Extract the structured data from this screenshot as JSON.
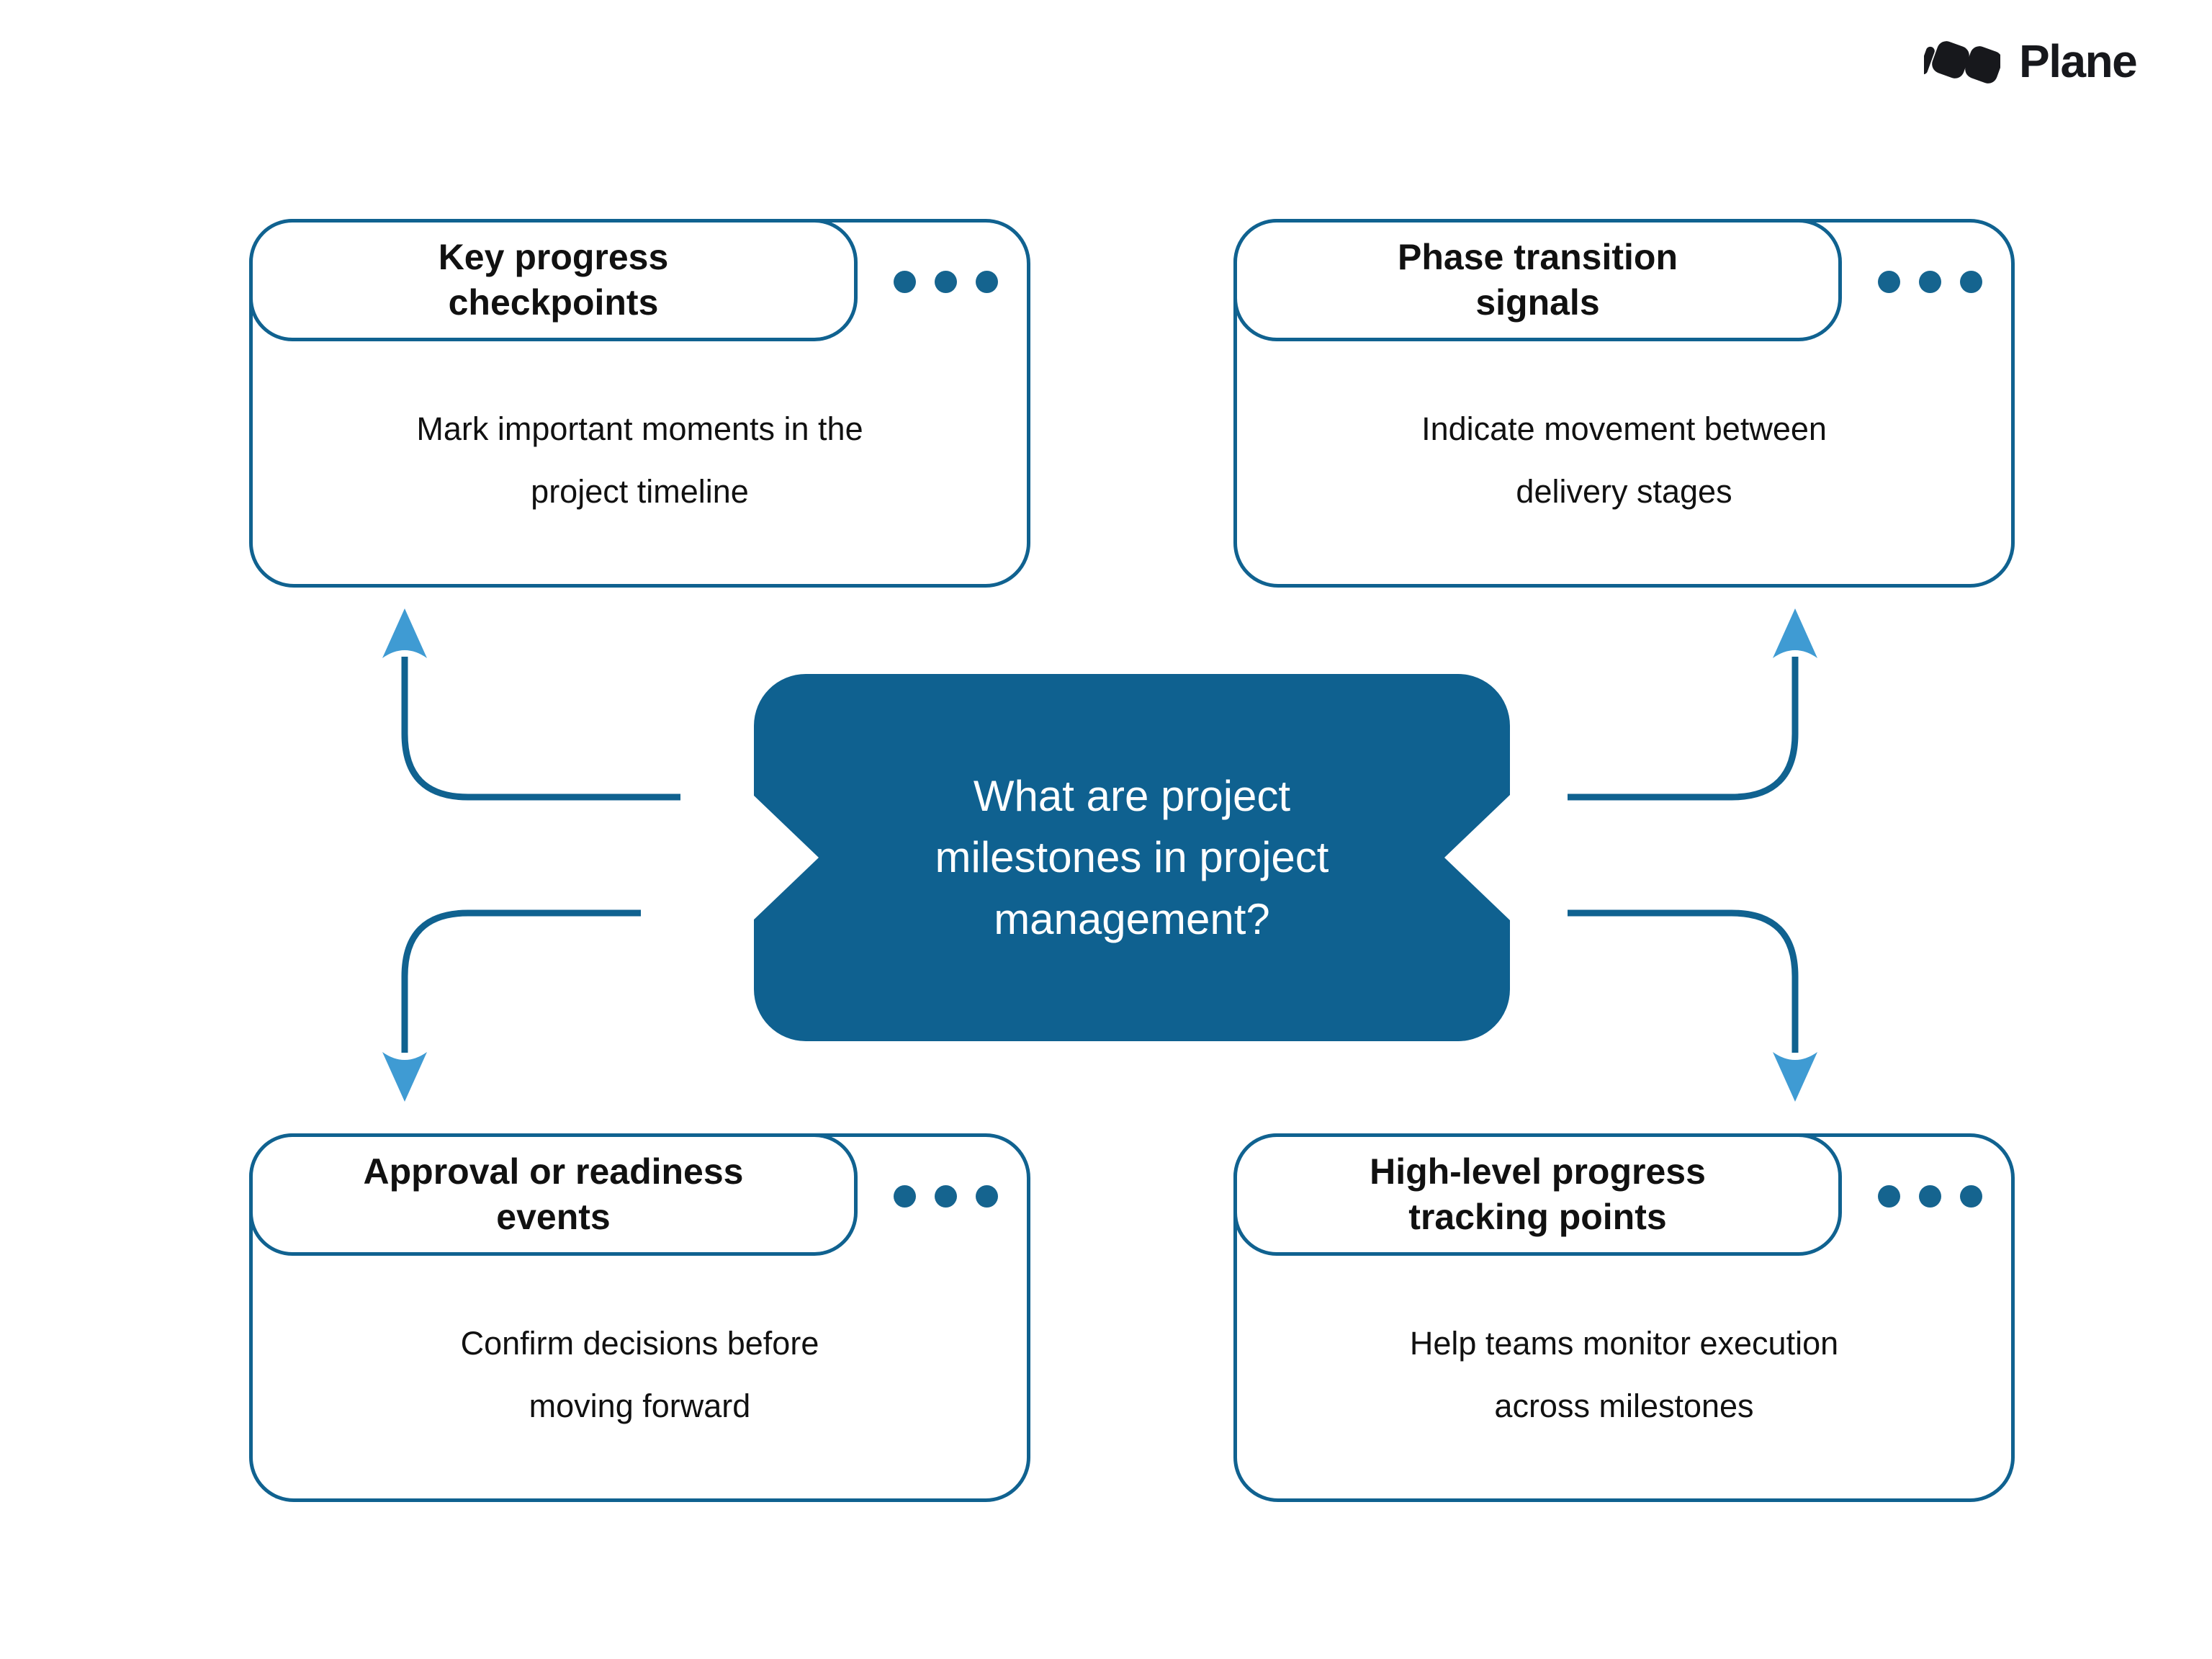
{
  "brand": {
    "name": "Plane"
  },
  "center_question": {
    "text": "What are project milestones in project management?",
    "lines": [
      "What are project",
      "milestones in project",
      "management?"
    ]
  },
  "cards": [
    {
      "id": "key-progress-checkpoints",
      "title": "Key progress checkpoints",
      "title_lines": [
        "Key progress",
        "checkpoints"
      ],
      "description": "Mark important moments in the project timeline",
      "description_lines": [
        "Mark important moments in the",
        "project timeline"
      ],
      "menu_icon": "ellipsis-icon"
    },
    {
      "id": "phase-transition-signals",
      "title": "Phase transition signals",
      "title_lines": [
        "Phase transition",
        "signals"
      ],
      "description": "Indicate movement between delivery stages",
      "description_lines": [
        "Indicate movement between",
        "delivery stages"
      ],
      "menu_icon": "ellipsis-icon"
    },
    {
      "id": "approval-or-readiness-events",
      "title": "Approval or readiness events",
      "title_lines": [
        "Approval or readiness",
        "events"
      ],
      "description": "Confirm decisions before moving forward",
      "description_lines": [
        "Confirm decisions before",
        "moving forward"
      ],
      "menu_icon": "ellipsis-icon"
    },
    {
      "id": "high-level-progress-tracking-points",
      "title": "High-level progress tracking points",
      "title_lines": [
        "High-level progress",
        "tracking points"
      ],
      "description": "Help teams monitor execution across milestones",
      "description_lines": [
        "Help teams monitor execution",
        "across milestones"
      ],
      "menu_icon": "ellipsis-icon"
    }
  ],
  "colors": {
    "outline": "#106290",
    "center_fill": "#0f6190",
    "arrowhead": "#3f9bd3",
    "dots": "#15648f",
    "text": "#111111",
    "center_text": "#ffffff",
    "logo": "#17181c"
  }
}
